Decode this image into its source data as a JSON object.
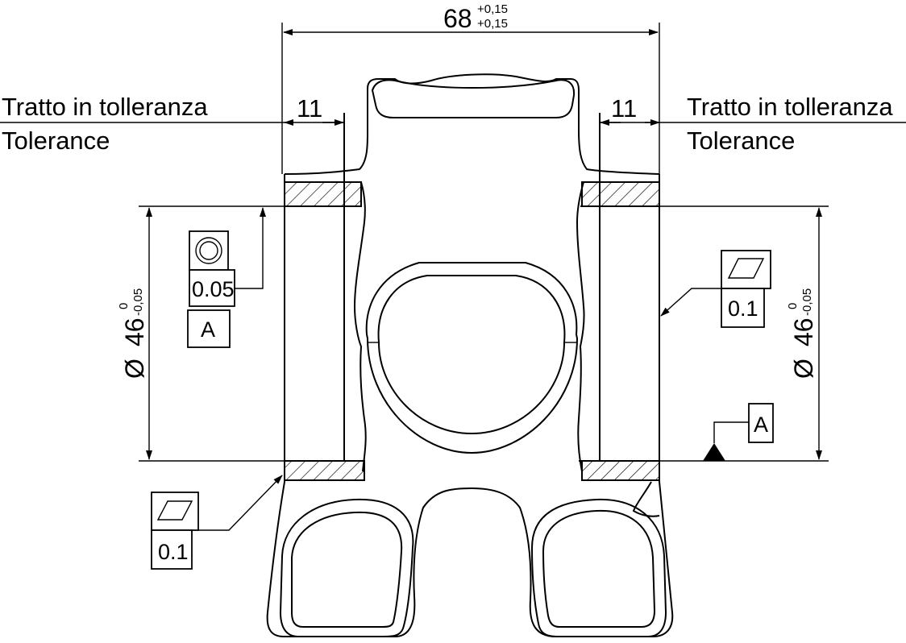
{
  "title_note": {
    "left_it": "Tratto in tolleranza",
    "left_en": "Tolerance",
    "right_it": "Tratto in tolleranza",
    "right_en": "Tolerance"
  },
  "dimensions": {
    "width_nominal": "68",
    "width_upper": "+0,15",
    "width_lower": "+0,15",
    "tolerance_zone_left": "11",
    "tolerance_zone_right": "11",
    "diameter_symbol": "Ø",
    "diameter_nominal": "46",
    "diameter_upper": "0",
    "diameter_lower": "-0,05"
  },
  "gdt": {
    "concentricity_value": "0.05",
    "concentricity_datum": "A",
    "flatness_left_value": "0.1",
    "flatness_right_value": "0.1",
    "datum_label": "A"
  }
}
